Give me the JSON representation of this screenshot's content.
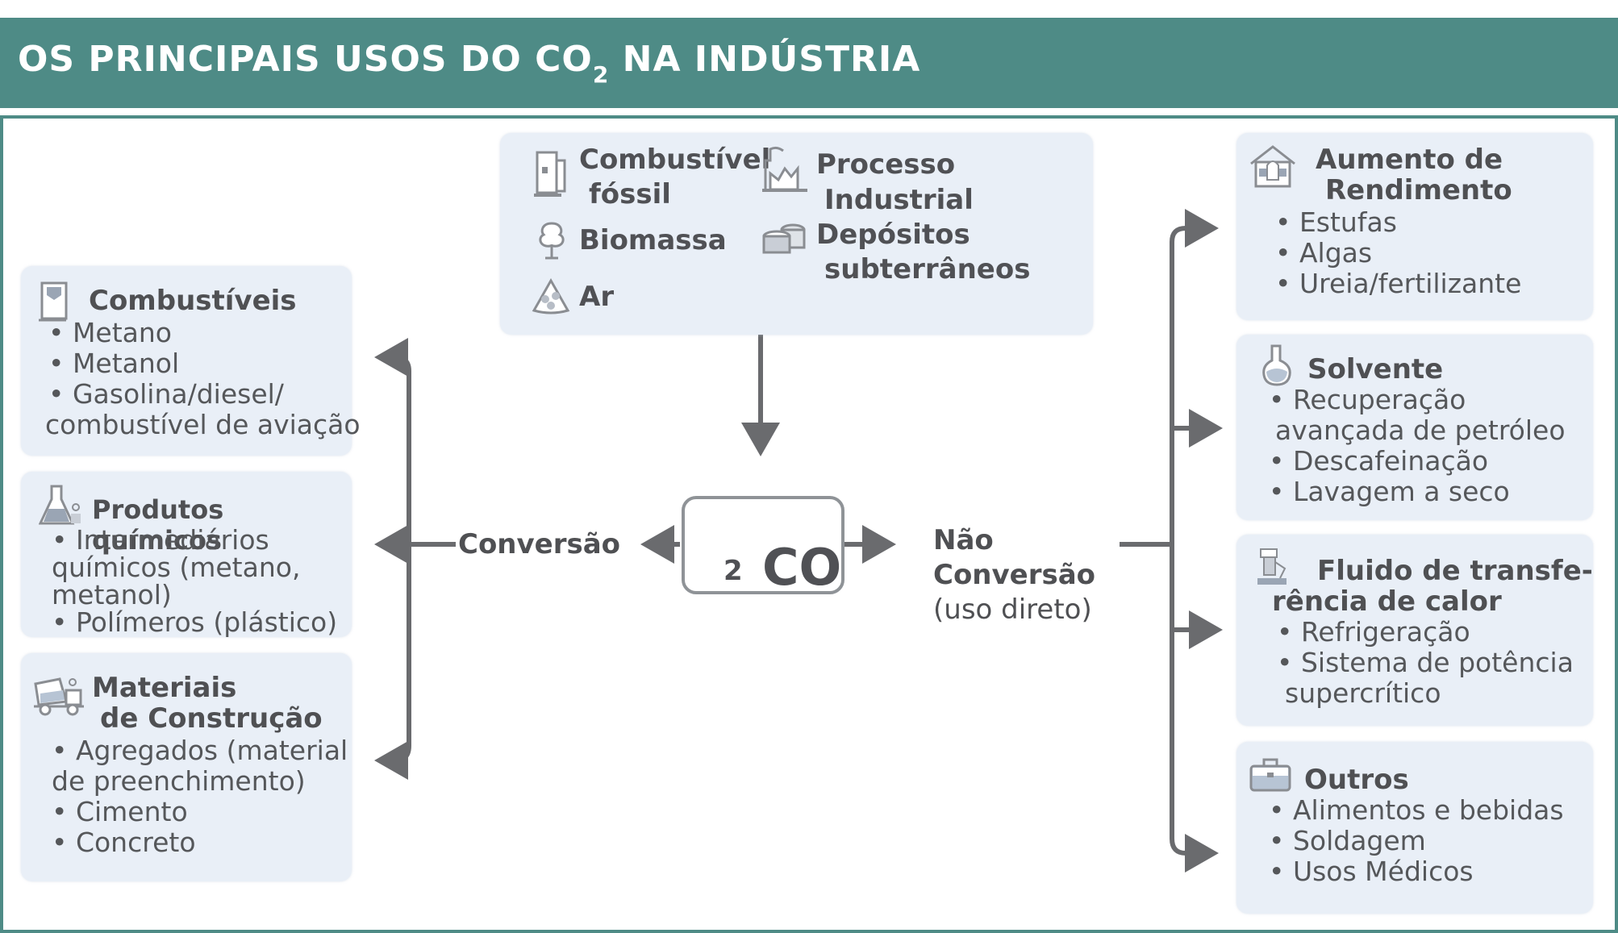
{
  "header": {
    "title_pre": "OS PRINCIPAIS USOS DO CO",
    "title_sub": "2",
    "title_post": " NA INDÚSTRIA"
  },
  "sources": {
    "items": [
      {
        "label_line1": "Combustível",
        "label_line2": "fóssil",
        "icon": "fuel-pump-icon"
      },
      {
        "label_line1": "Biomassa",
        "icon": "tree-icon"
      },
      {
        "label_line1": "Ar",
        "icon": "air-icon"
      },
      {
        "label_line1": "Processo",
        "label_line2": "Industrial",
        "icon": "factory-icon"
      },
      {
        "label_line1": "Depósitos",
        "label_line2": "subterrâneos",
        "icon": "tanks-icon"
      }
    ]
  },
  "center": {
    "co2": "CO",
    "co2_sub": "2"
  },
  "branches": {
    "conversion": "Conversão",
    "non_conversion_line1": "Não",
    "non_conversion_line2": "Conversão",
    "non_conversion_line3": "(uso direto)"
  },
  "conversion_uses": [
    {
      "title": "Combustíveis",
      "icon": "fuel-can-icon",
      "items": [
        "• Metano",
        "• Metanol",
        "• Gasolina/diesel/",
        "combustível de aviação"
      ]
    },
    {
      "title": "Produtos químicos",
      "icon": "flask-icon",
      "items": [
        "• Intermediários",
        "químicos (metano,",
        "metanol)",
        "• Polímeros (plástico)"
      ]
    },
    {
      "title_line1": "Materiais",
      "title_line2": "de Construção",
      "icon": "cement-truck-icon",
      "items": [
        "• Agregados (material",
        "de preenchimento)",
        "• Cimento",
        "• Concreto"
      ]
    }
  ],
  "direct_uses": [
    {
      "title_line1": "Aumento de",
      "title_line2": "Rendimento",
      "icon": "greenhouse-icon",
      "items": [
        "• Estufas",
        "• Algas",
        "• Ureia/fertilizante"
      ]
    },
    {
      "title": "Solvente",
      "icon": "round-flask-icon",
      "items": [
        "• Recuperação",
        "avançada de petróleo",
        "• Descafeinação",
        "• Lavagem a seco"
      ]
    },
    {
      "title_line1": "Fluido de transfe-",
      "title_line2": "rência de calor",
      "icon": "machine-icon",
      "items": [
        "• Refrigeração",
        "• Sistema de potência",
        "supercrítico"
      ]
    },
    {
      "title": "Outros",
      "icon": "toolbox-icon",
      "items": [
        "• Alimentos e bebidas",
        "• Soldagem",
        "• Usos Médicos"
      ]
    }
  ],
  "colors": {
    "header": "#4E8B86",
    "box": "#E9EFF7",
    "arrow": "#6a6b6e",
    "text": "#505155"
  }
}
